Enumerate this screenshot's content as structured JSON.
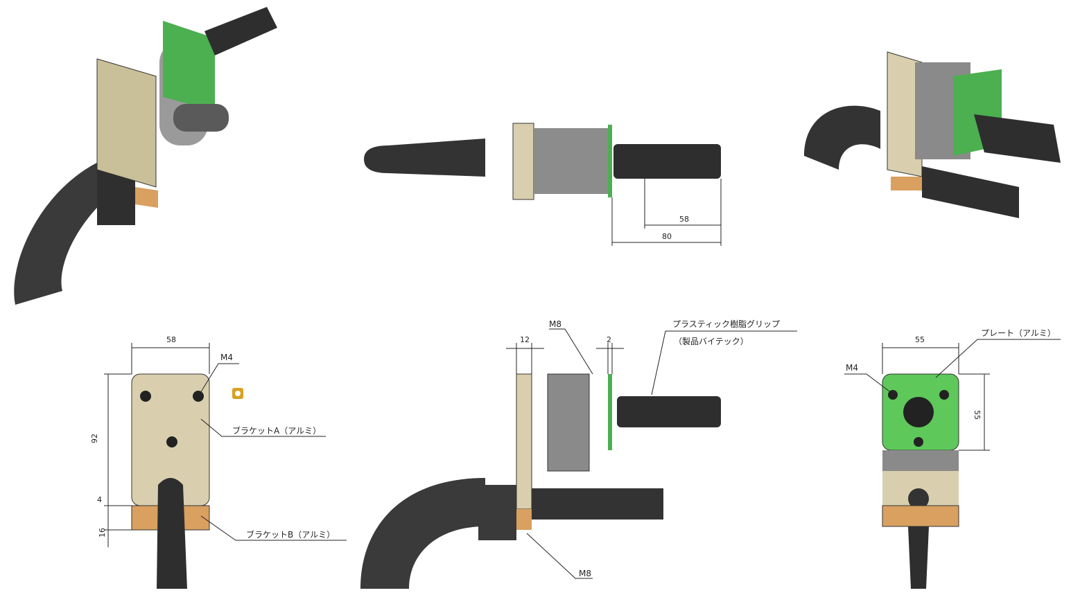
{
  "dimensions": {
    "top_center_grip_short": "58",
    "top_center_grip_long": "80",
    "front_width": "58",
    "front_height": "92",
    "front_gap": "4",
    "front_bracket_b": "16",
    "side_bracket_thickness": "12",
    "side_plate_thickness": "2",
    "back_width": "55",
    "back_height": "55"
  },
  "callouts": {
    "front_screw": "M4",
    "bracket_a": "ブラケットA（アルミ）",
    "bracket_b": "ブラケットB（アルミ）",
    "side_bolt_top": "M8",
    "side_bolt_bottom": "M8",
    "grip_line1": "プラスティック樹脂グリップ",
    "grip_line2": "（製品バイテック）",
    "back_screw": "M4",
    "plate": "プレート（アルミ）"
  },
  "colors": {
    "bracket_a": "#d9cfae",
    "bracket_b": "#d9a060",
    "plate": "#5ec85a",
    "grip": "#2e2e2e",
    "body": "#8a8a8a"
  }
}
